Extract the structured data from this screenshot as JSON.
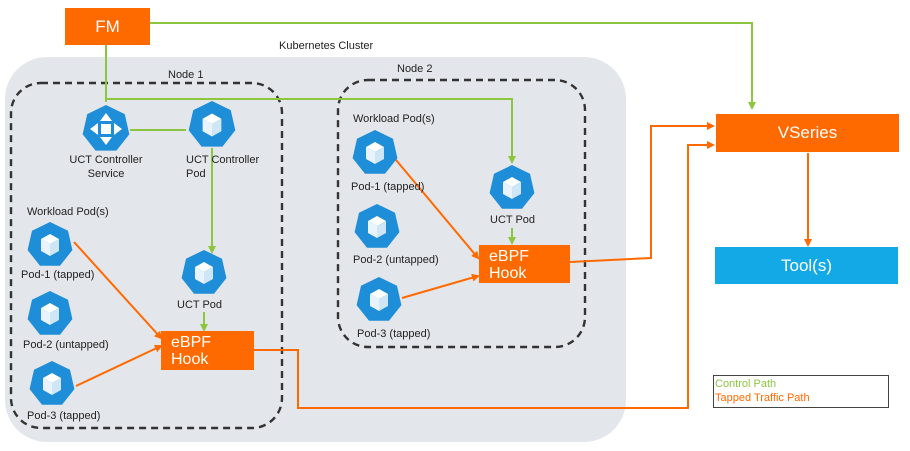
{
  "diagram": {
    "fm": "FM",
    "cluster_label": "Kubernetes Cluster",
    "node1": {
      "title": "Node 1",
      "uct_service": [
        "UCT Controller",
        "Service"
      ],
      "uct_pod_ctrl": [
        "UCT Controller",
        "Pod"
      ],
      "workload": "Workload Pod(s)",
      "pod1": "Pod-1 (tapped)",
      "pod2": "Pod-2 (untapped)",
      "pod3": "Pod-3 (tapped)",
      "uct_pod": "UCT Pod",
      "ebpf": [
        "eBPF",
        "Hook"
      ]
    },
    "node2": {
      "title": "Node 2",
      "workload": "Workload Pod(s)",
      "pod1": "Pod-1 (tapped)",
      "pod2": "Pod-2 (untapped)",
      "pod3": "Pod-3 (tapped)",
      "uct_pod": "UCT Pod",
      "ebpf": [
        "eBPF",
        "Hook"
      ]
    },
    "vseries": "VSeries",
    "tools": "Tool(s)",
    "legend": {
      "control": "Control Path",
      "tapped": "Tapped Traffic Path"
    }
  },
  "colors": {
    "orange": "#ff6a00",
    "green": "#8cc63f",
    "blue": "#1e8ed8",
    "tool_blue": "#12a9e6",
    "cluster_bg": "#e3e6ea"
  },
  "icons": {
    "uct_service": "kubernetes-service-icon",
    "pod": "kubernetes-pod-icon"
  }
}
